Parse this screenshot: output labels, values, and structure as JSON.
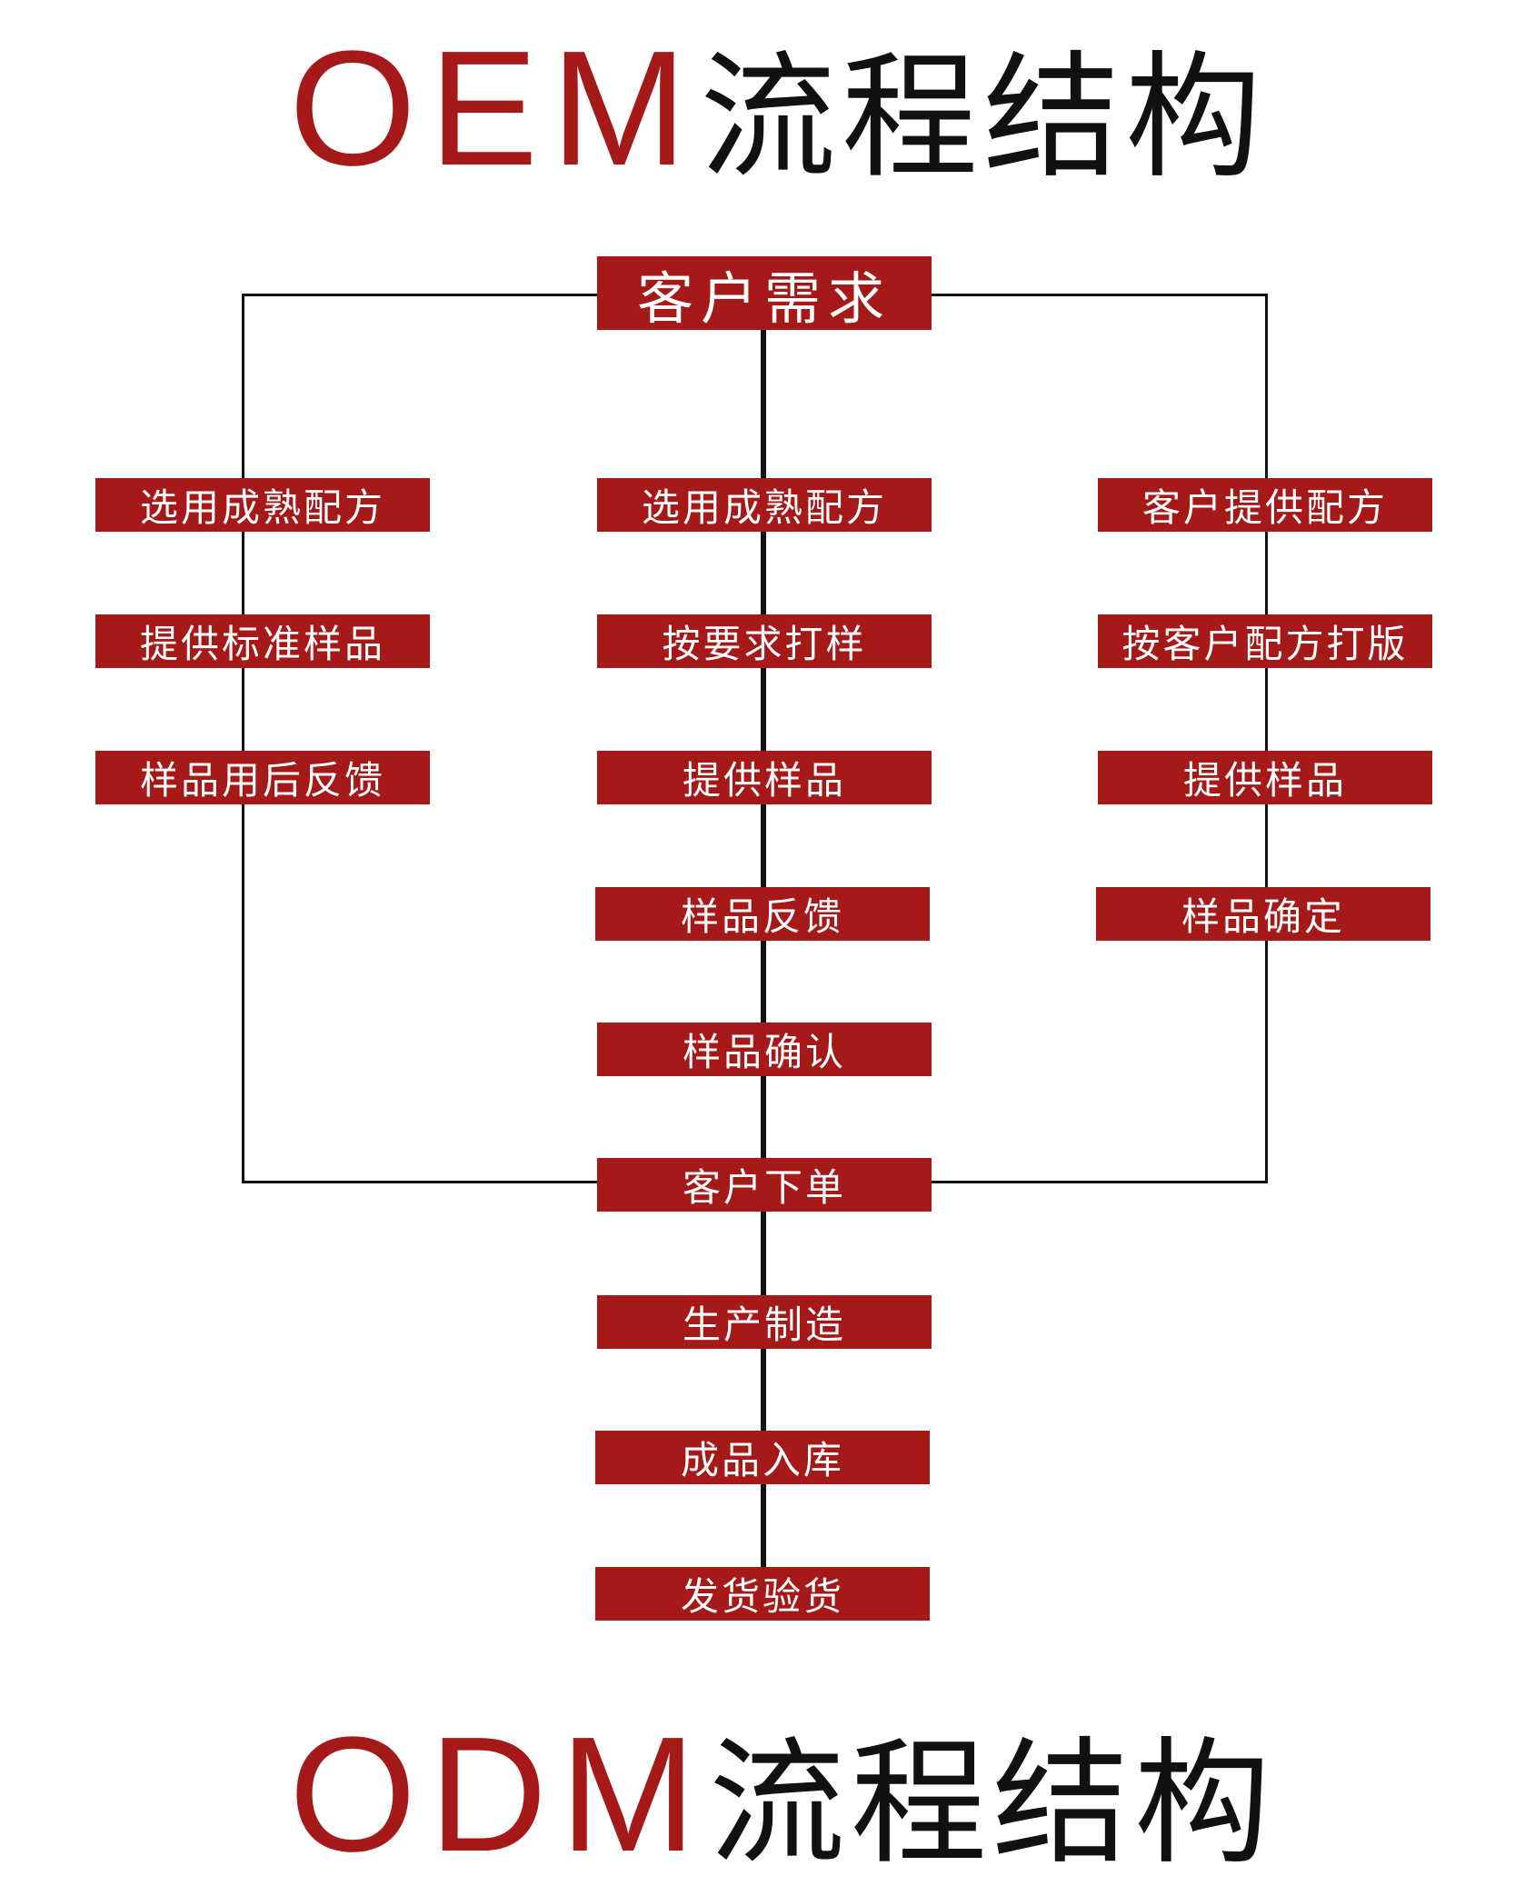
{
  "title": {
    "en": "OEM",
    "zh": "流程结构"
  },
  "next_title": {
    "en": "ODM",
    "zh": "流程结构"
  },
  "top": "客户需求",
  "left_column": [
    "选用成熟配方",
    "提供标准样品",
    "样品用后反馈"
  ],
  "center_column": [
    "选用成熟配方",
    "按要求打样",
    "提供样品",
    "样品反馈",
    "样品确认",
    "客户下单",
    "生产制造",
    "成品入库",
    "发货验货"
  ],
  "right_column": [
    "客户提供配方",
    "按客户配方打版",
    "提供样品",
    "样品确定"
  ],
  "colors": {
    "accent": "#a51919",
    "line": "#111111"
  }
}
